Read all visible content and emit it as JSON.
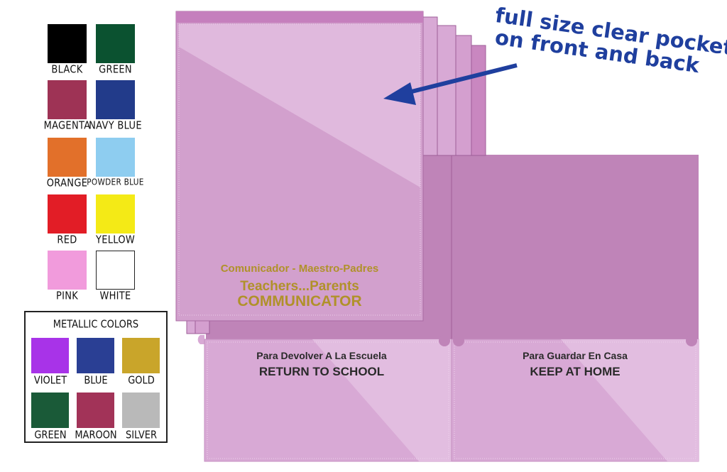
{
  "swatches": [
    {
      "label": "BLACK",
      "color": "#000000"
    },
    {
      "label": "GREEN",
      "color": "#0b5230"
    },
    {
      "label": "MAGENTA",
      "color": "#9e3355"
    },
    {
      "label": "NAVY BLUE",
      "color": "#223b8a"
    },
    {
      "label": "ORANGE",
      "color": "#e2702a"
    },
    {
      "label": "POWDER BLUE",
      "color": "#8ecdf0"
    },
    {
      "label": "RED",
      "color": "#e21d26"
    },
    {
      "label": "YELLOW",
      "color": "#f4ea16"
    },
    {
      "label": "PINK",
      "color": "#f19bdc"
    },
    {
      "label": "WHITE",
      "color": "#ffffff"
    }
  ],
  "metallic": {
    "title": "METALLIC COLORS",
    "items": [
      {
        "label": "VIOLET",
        "color": "#a833e8"
      },
      {
        "label": "BLUE",
        "color": "#2a3f94"
      },
      {
        "label": "GOLD",
        "color": "#c9a52a"
      },
      {
        "label": "GREEN",
        "color": "#1a5a38"
      },
      {
        "label": "MAROON",
        "color": "#a23358"
      },
      {
        "label": "SILVER",
        "color": "#b9b9b9"
      }
    ]
  },
  "folder": {
    "front": {
      "line1": "Comunicador - Maestro-Padres",
      "line2": "Teachers...Parents",
      "line3": "COMMUNICATOR"
    },
    "left_pocket": {
      "spanish": "Para Devolver A La Escuela",
      "english": "RETURN TO SCHOOL"
    },
    "right_pocket": {
      "spanish": "Para Guardar En Casa",
      "english": "KEEP AT HOME"
    },
    "colors": {
      "folder": "#d7a8d3",
      "folder_dark": "#c07fb8",
      "inside": "#bf84b8",
      "pocket": "#d8a9d5",
      "pocket_light": "#e2bde0",
      "text_gold": "#b0912a",
      "text_dark": "#2a2a2a"
    }
  },
  "callout": {
    "line1": "full size clear pocket",
    "line2": "on front and back",
    "color": "#1f3f9e"
  }
}
